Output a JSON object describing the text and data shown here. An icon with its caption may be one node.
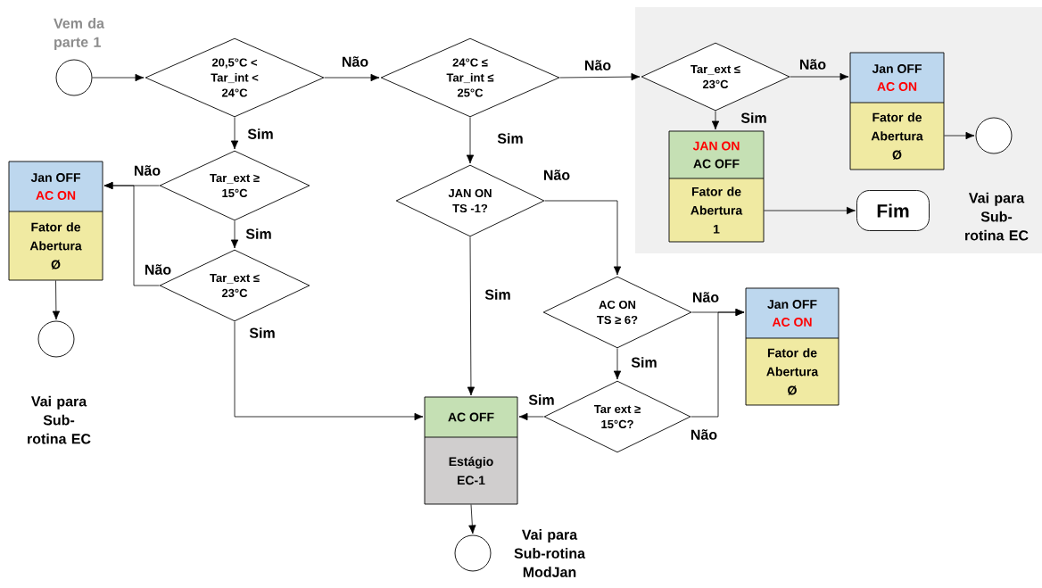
{
  "diagram": {
    "nodes": [
      {
        "text": [],
        "shape": "circle",
        "beside": [
          "Vem da parte 1"
        ]
      },
      {
        "text": [
          "20,5°C < Tar_int < 24°C"
        ]
      },
      {
        "text": [
          "24°C ≤ Tar_int ≤ 25°C"
        ]
      },
      {
        "text": [
          "Tar_ext ≤ 23°C"
        ]
      },
      {
        "text": [
          "Jan OFF",
          "AC ON",
          "Fator de Abertura Ø"
        ]
      },
      {
        "text": [
          "JAN ON",
          "AC OFF",
          "Fator de Abertura 1"
        ]
      },
      {
        "text": [],
        "shape": "circle",
        "beside": [
          "Vai para Sub-rotina EC"
        ]
      },
      {
        "text": [
          "Fim"
        ]
      },
      {
        "text": [
          "Tar_ext ≥ 15°C"
        ]
      },
      {
        "text": [
          "Tar_ext ≤ 23°C"
        ]
      },
      {
        "text": [
          "Jan OFF",
          "AC ON",
          "Fator de Abertura Ø"
        ]
      },
      {
        "text": [],
        "shape": "circle",
        "beside": [
          "Vai para Sub-rotina EC"
        ]
      },
      {
        "text": [
          "JAN ON TS -1?"
        ]
      },
      {
        "text": [
          "AC ON TS ≥ 6?"
        ]
      },
      {
        "text": [
          "Tar ext ≥ 15°C?"
        ]
      },
      {
        "text": [
          "Jan OFF",
          "AC ON",
          "Fator de Abertura Ø"
        ]
      },
      {
        "text": [
          "AC OFF",
          "Estágio EC-1"
        ]
      },
      {
        "text": [],
        "shape": "circle",
        "beside": [
          "Vai para Sub-rotina ModJan"
        ]
      }
    ],
    "edges": [
      {
        "from": 0,
        "to": 1,
        "arrow": "to"
      },
      {
        "from": 1,
        "to": 2,
        "arrow": "to",
        "label": "Não"
      },
      {
        "from": 1,
        "to": 8,
        "arrow": "to",
        "label": "Sim"
      },
      {
        "from": 2,
        "to": 3,
        "arrow": "to",
        "label": "Não"
      },
      {
        "from": 2,
        "to": 12,
        "arrow": "to",
        "label": "Sim"
      },
      {
        "from": 3,
        "to": 4,
        "arrow": "to",
        "label": "Não"
      },
      {
        "from": 3,
        "to": 5,
        "arrow": "to",
        "label": "Sim"
      },
      {
        "from": 4,
        "to": 6,
        "arrow": "to"
      },
      {
        "from": 5,
        "to": 7,
        "arrow": "to"
      },
      {
        "from": 8,
        "to": 10,
        "arrow": "to",
        "label": "Não"
      },
      {
        "from": 8,
        "to": 9,
        "arrow": "to",
        "label": "Sim"
      },
      {
        "from": 9,
        "to": 10,
        "arrow": "to",
        "label": "Não"
      },
      {
        "from": 9,
        "to": 16,
        "arrow": "to",
        "label": "Sim"
      },
      {
        "from": 10,
        "to": 11,
        "arrow": "to"
      },
      {
        "from": 12,
        "to": 13,
        "arrow": "to",
        "label": "Não"
      },
      {
        "from": 12,
        "to": 16,
        "arrow": "to",
        "label": "Sim"
      },
      {
        "from": 13,
        "to": 15,
        "arrow": "to",
        "label": "Não"
      },
      {
        "from": 13,
        "to": 14,
        "arrow": "to",
        "label": "Sim"
      },
      {
        "from": 14,
        "to": 16,
        "arrow": "to",
        "label": "Sim"
      },
      {
        "from": 14,
        "to": 15,
        "arrow": "to",
        "label": "Não"
      },
      {
        "from": 16,
        "to": 17,
        "arrow": "to"
      }
    ]
  }
}
